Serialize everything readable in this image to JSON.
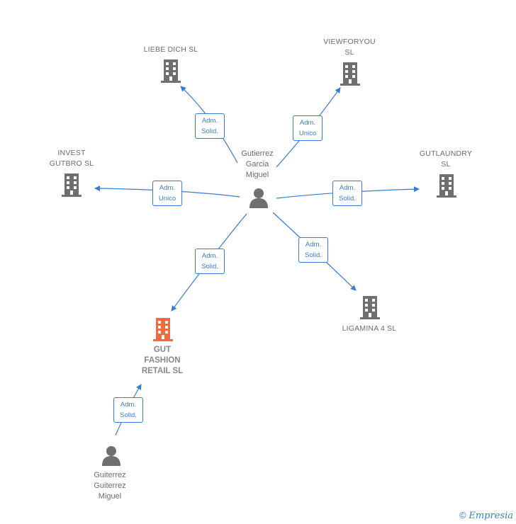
{
  "nodes": {
    "liebe": {
      "label": "LIEBE DICH  SL"
    },
    "viewforyou": {
      "label": "VIEWFORYOU\nSL"
    },
    "invest": {
      "label": "INVEST\nGUTBRO  SL"
    },
    "gutlaundry": {
      "label": "GUTLAUNDRY\nSL"
    },
    "ligamina": {
      "label": "LIGAMINA 4  SL"
    },
    "gut": {
      "label": "GUT\nFASHION\nRETAIL  SL"
    },
    "gutierrez": {
      "label": "Gutierrez\nGarcia\nMiguel"
    },
    "guiterrez": {
      "label": "Guiterrez\nGuiterrez\nMiguel"
    }
  },
  "roles": {
    "liebe": "Adm.\nSolid.",
    "viewforyou": "Adm.\nUnico",
    "invest": "Adm.\nUnico",
    "gutlaundry": "Adm.\nSolid.",
    "ligamina": "Adm.\nSolid.",
    "gut": "Adm.\nSolid.",
    "guiterrez": "Adm.\nSolid."
  },
  "footer": {
    "copyright": "©",
    "brand": "Empresia"
  },
  "colors": {
    "link": "#3a7bd5",
    "icon": "#6f6f6f",
    "focus": "#f26a3d"
  }
}
